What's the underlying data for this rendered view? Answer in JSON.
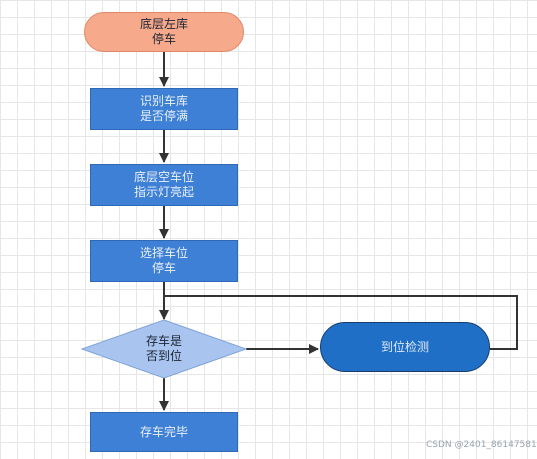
{
  "flowchart": {
    "start": "底层左库\n停车",
    "step1": "识别车库\n是否停满",
    "step2": "底层空车位\n指示灯亮起",
    "step3": "选择车位\n停车",
    "decision": "存车是\n否到位",
    "adjust": "到位检测",
    "end": "存车完毕"
  },
  "colors": {
    "start_fill": "#f7a98b",
    "process_fill": "#3e80d6",
    "decision_fill": "#a9c5ef",
    "terminator_fill": "#1f6fc6",
    "arrow": "#333333"
  },
  "watermark": "CSDN @2401_86147581"
}
